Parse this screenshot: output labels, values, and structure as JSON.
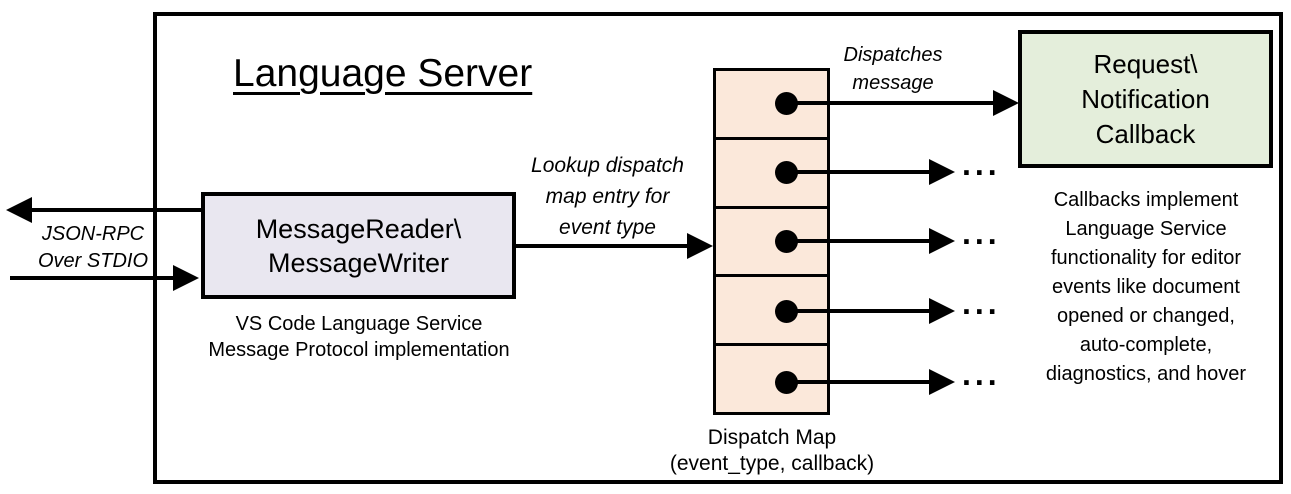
{
  "diagram": {
    "title": "Language Server",
    "message_io": {
      "box_lines": [
        "MessageReader\\",
        "MessageWriter"
      ],
      "caption_lines": [
        "VS Code Language Service",
        "Message Protocol implementation"
      ]
    },
    "left_channel_label_lines": [
      "JSON-RPC",
      "Over STDIO"
    ],
    "lookup_label_lines": [
      "Lookup dispatch",
      "map entry for",
      "event type"
    ],
    "dispatches_label_lines": [
      "Dispatches",
      "message"
    ],
    "dispatch_map": {
      "label_lines": [
        "Dispatch Map",
        "(event_type, callback)"
      ],
      "rows": 5
    },
    "callback_box_lines": [
      "Request\\",
      "Notification",
      "Callback"
    ],
    "callbacks_note_lines": [
      "Callbacks implement",
      "Language Service",
      "functionality for editor",
      "events like document",
      "opened or changed,",
      "auto-complete,",
      "diagnostics, and hover"
    ],
    "ellipsis": "..."
  },
  "colors": {
    "reader-fill": "#e9e7f0",
    "map-fill": "#fbe8da",
    "callback-fill": "#e4eedb",
    "line": "#000000"
  }
}
